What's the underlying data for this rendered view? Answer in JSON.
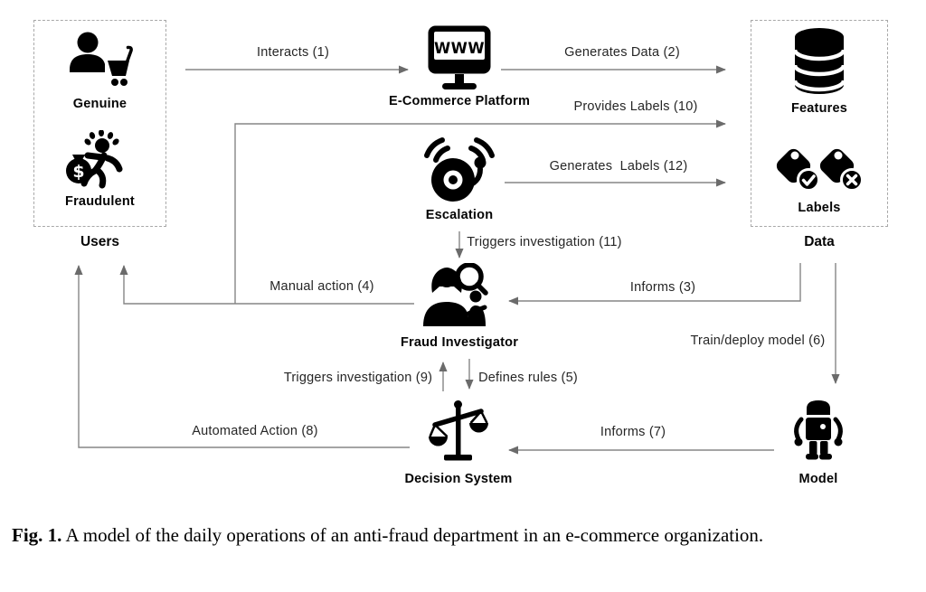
{
  "diagram": {
    "users_group": {
      "box_label": "Users",
      "genuine": {
        "label": "Genuine"
      },
      "fraudulent": {
        "label": "Fraudulent",
        "bag_symbol": "$"
      }
    },
    "data_group": {
      "box_label": "Data",
      "features": {
        "label": "Features"
      },
      "labels": {
        "label": "Labels"
      }
    },
    "platform": {
      "label": "E-Commerce Platform",
      "screen_text": "WWW"
    },
    "escalation": {
      "label": "Escalation"
    },
    "investigator": {
      "label": "Fraud Investigator"
    },
    "decision_system": {
      "label": "Decision System"
    },
    "model": {
      "label": "Model"
    },
    "edges": {
      "interacts": "Interacts (1)",
      "generates_data": "Generates Data (2)",
      "informs_investigator": "Informs (3)",
      "manual_action": "Manual action (4)",
      "defines_rules": "Defines rules (5)",
      "train_deploy": "Train/deploy model (6)",
      "informs_decision": "Informs (7)",
      "automated_action": "Automated Action (8)",
      "triggers_investigation_decision": "Triggers investigation (9)",
      "provides_labels": "Provides Labels (10)",
      "triggers_investigation_escalation": "Triggers investigation (11)",
      "generates_labels": "Generates  Labels (12)"
    },
    "colors": {
      "icon": "#000000",
      "arrow": "#858585",
      "box_border": "#a8a8a8"
    }
  },
  "caption": {
    "tag": "Fig. 1.",
    "text": "A model of the daily operations of an anti-fraud department in an e-commerce organization."
  }
}
